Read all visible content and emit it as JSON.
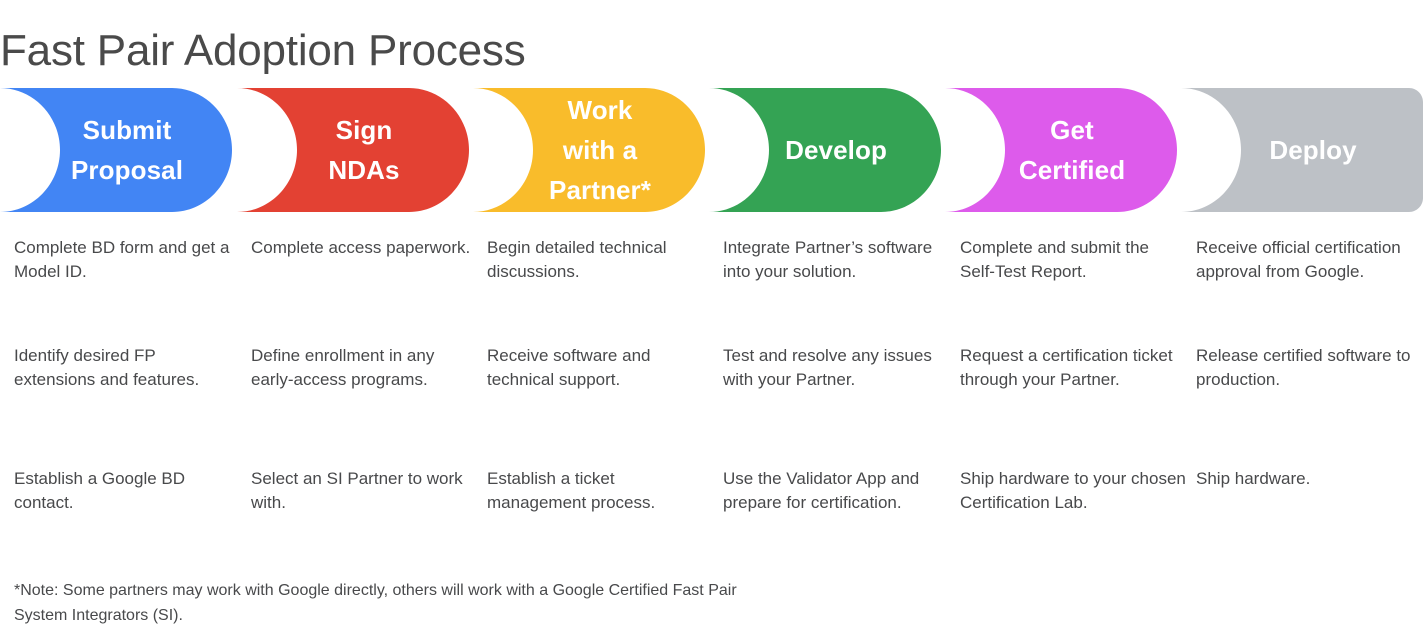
{
  "page_title": "Fast Pair Adoption Process",
  "colors": {
    "blue": "#4285F4",
    "red": "#E34133",
    "yellow": "#F9BC2B",
    "green": "#34A354",
    "magenta": "#DD5BEB",
    "gray": "#BDC1C6",
    "title_text": "#4a4a4a",
    "body_text": "#48494b",
    "banner_text": "#ffffff"
  },
  "stages": [
    {
      "label": "Submit\nProposal",
      "color_key": "blue",
      "color": "#4285F4",
      "items": [
        "Complete BD form and get a Model ID.",
        "Identify desired FP extensions and features.",
        "Establish a Google BD contact."
      ]
    },
    {
      "label": "Sign\nNDAs",
      "color_key": "red",
      "color": "#E34133",
      "items": [
        "Complete access paperwork.",
        "Define enrollment in any early-access programs.",
        "Select an SI Partner to work with."
      ]
    },
    {
      "label": "Work\nwith a\nPartner*",
      "color_key": "yellow",
      "color": "#F9BC2B",
      "items": [
        "Begin detailed technical discussions.",
        "Receive software and technical support.",
        "Establish a ticket management process."
      ]
    },
    {
      "label": "Develop",
      "color_key": "green",
      "color": "#34A354",
      "items": [
        "Integrate Partner’s software into your solution.",
        "Test and resolve any issues with your Partner.",
        "Use the Validator App and prepare for certification."
      ]
    },
    {
      "label": "Get\nCertified",
      "color_key": "magenta",
      "color": "#DD5BEB",
      "items": [
        "Complete and submit the Self-Test Report.",
        "Request a certification ticket through your Partner.",
        "Ship hardware to your chosen Certification Lab."
      ]
    },
    {
      "label": "Deploy",
      "color_key": "gray",
      "color": "#BDC1C6",
      "items": [
        "Receive official certification approval from Google.",
        "Release certified software to production.",
        "Ship hardware."
      ]
    }
  ],
  "footnote": "*Note: Some partners may work with Google directly, others will work with a Google Certified Fast Pair System Integrators (SI)."
}
